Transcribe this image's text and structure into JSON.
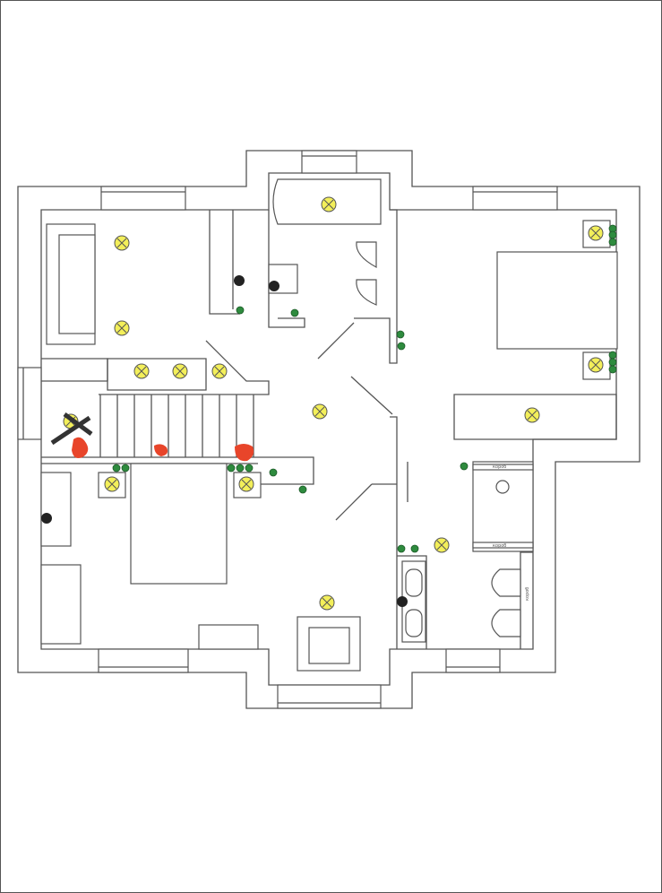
{
  "plan": {
    "labels": [
      "короб",
      "короб",
      "короб"
    ],
    "colors": {
      "light": "#f3ef5a",
      "switch": "#2e8b3e",
      "socket": "#222222",
      "mark": "#e8452a",
      "wall": "#555555"
    },
    "legend_icons": [
      "ceiling-light-icon",
      "switch-icon",
      "socket-icon",
      "red-mark"
    ]
  }
}
